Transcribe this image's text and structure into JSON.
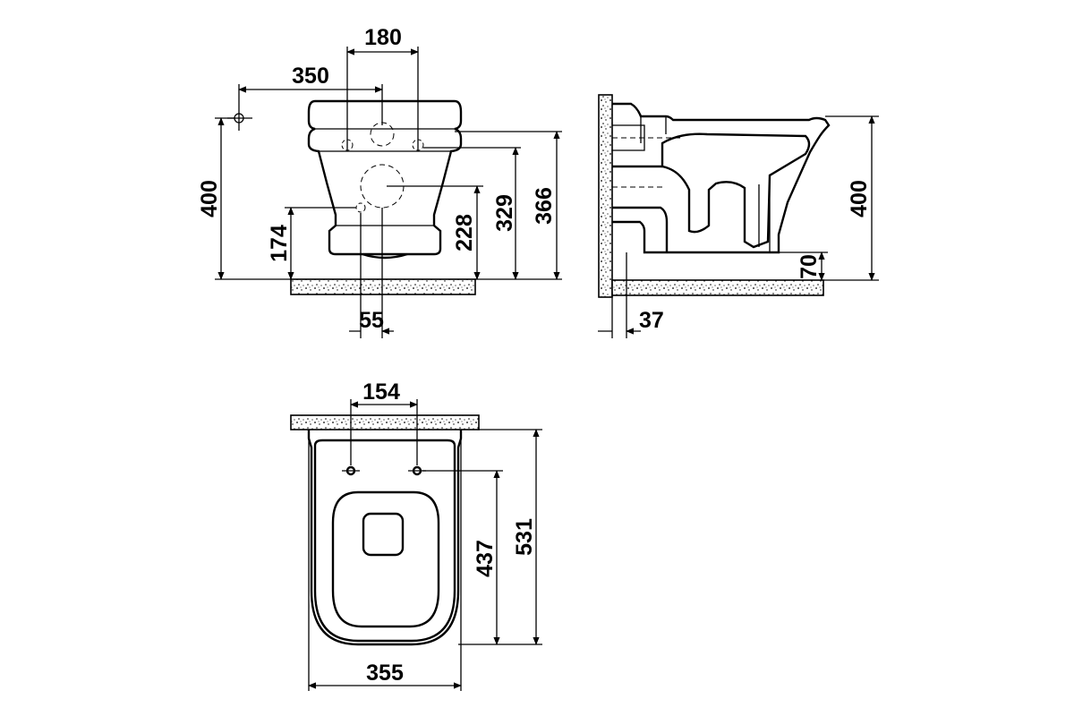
{
  "dimensions": {
    "front": {
      "hole_spacing": "180",
      "offset": "350",
      "left_height": "400",
      "outlet_height": "174",
      "inlet_height": "228",
      "fixing_height": "329",
      "top_height": "366",
      "outlet_width": "55"
    },
    "side": {
      "height": "400",
      "outlet_height": "70",
      "wall_offset": "37"
    },
    "top": {
      "hole_spacing": "154",
      "bowl_length": "437",
      "total_length": "531",
      "width": "355"
    }
  }
}
